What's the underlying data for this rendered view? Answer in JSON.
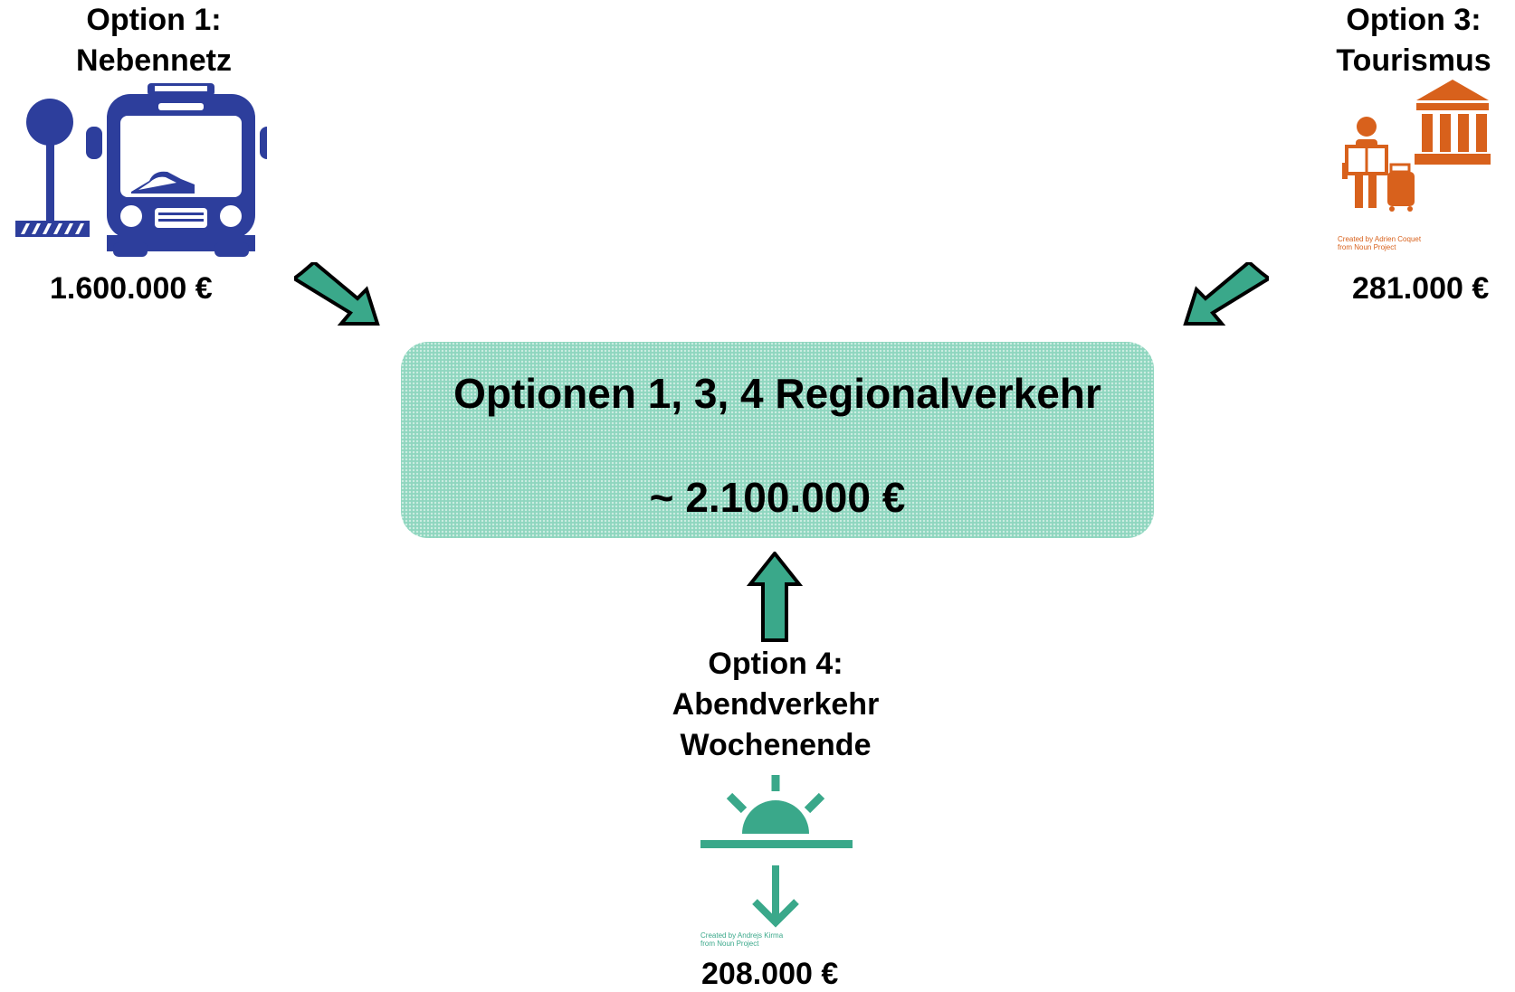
{
  "option1": {
    "label_line1": "Option 1:",
    "label_line2": "Nebennetz",
    "amount": "1.600.000 €",
    "icon": "bus-stop-icon",
    "color": "#2d3e9c"
  },
  "option3": {
    "label_line1": "Option 3:",
    "label_line2": "Tourismus",
    "amount": "281.000 €",
    "icon": "tourist-museum-icon",
    "color": "#d8611c",
    "credit_line1": "Created by Adrien Coquet",
    "credit_line2": "from Noun Project"
  },
  "option4": {
    "label_line1": "Option 4:",
    "label_line2": "Abendverkehr",
    "label_line3": "Wochenende",
    "amount": "208.000 €",
    "icon": "sunset-icon",
    "color": "#3aa88a",
    "credit_line1": "Created by Andrejs Kirma",
    "credit_line2": "from Noun Project"
  },
  "result": {
    "title": "Optionen 1, 3, 4 Regionalverkehr",
    "amount": "~ 2.100.000 €",
    "color": "#8fd6bf"
  },
  "arrow_color": "#3aa88a"
}
